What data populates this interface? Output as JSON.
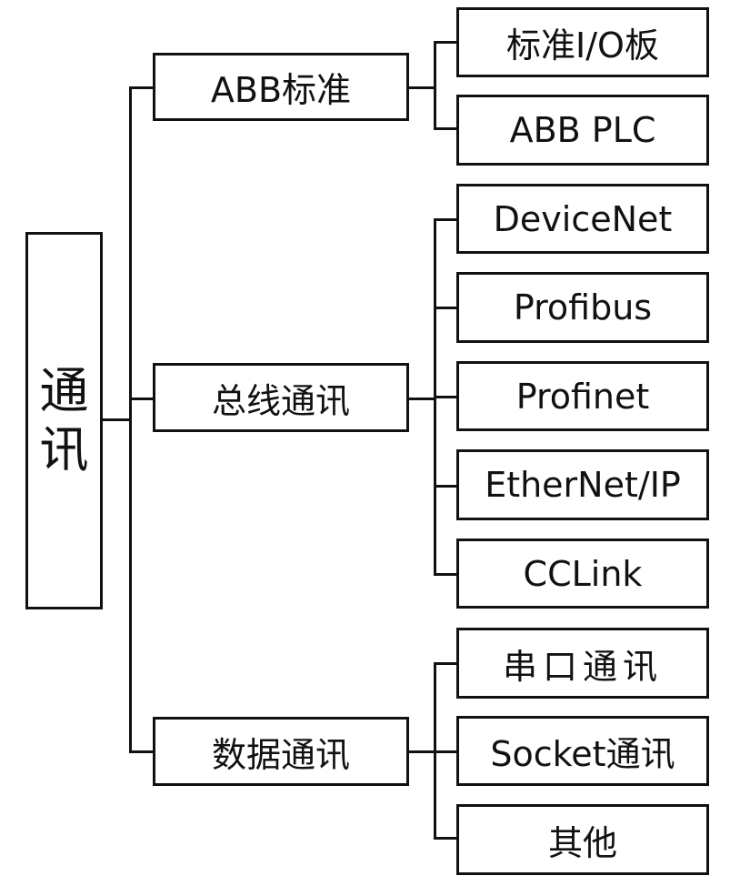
{
  "root": {
    "chars": [
      "通",
      "讯"
    ]
  },
  "categories": [
    {
      "label": "ABB标准",
      "children": [
        "标准I/O板",
        "ABB PLC"
      ]
    },
    {
      "label": "总线通讯",
      "children": [
        "DeviceNet",
        "Profibus",
        "Profinet",
        "EtherNet/IP",
        "CCLink"
      ]
    },
    {
      "label": "数据通讯",
      "children": [
        "串口通讯",
        "Socket通讯",
        "其他"
      ]
    }
  ]
}
